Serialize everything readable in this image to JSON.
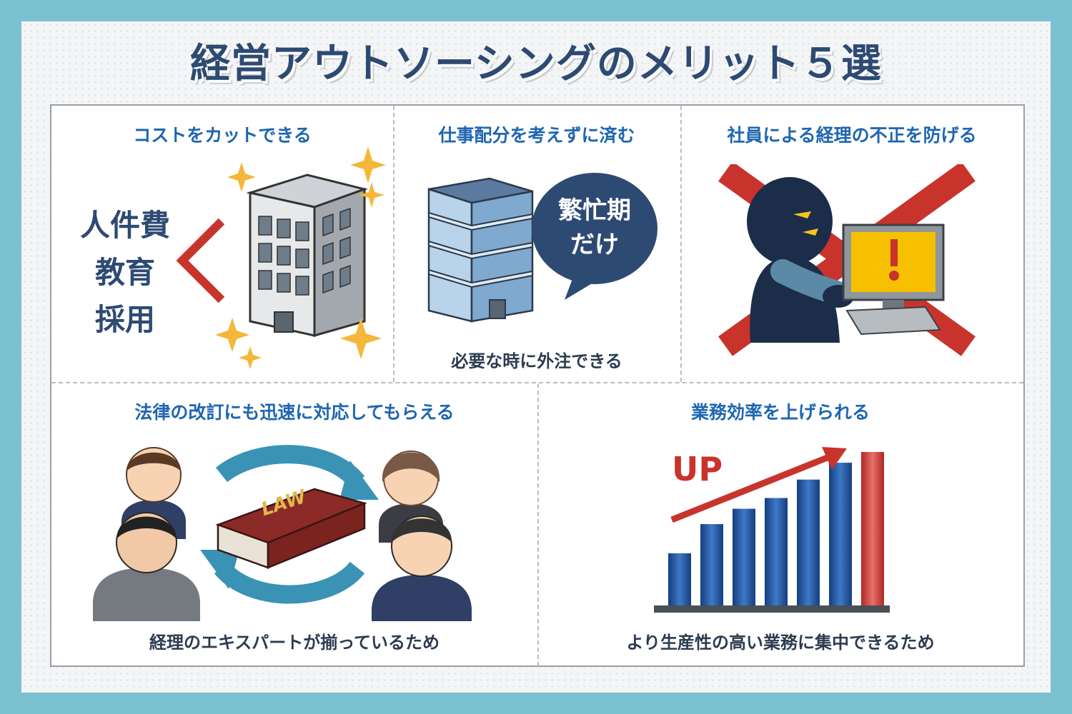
{
  "title": "経営アウトソーシングのメリット５選",
  "panels": {
    "cost": {
      "heading": "コストをカットできる",
      "items": [
        "人件費",
        "教育",
        "採用"
      ]
    },
    "allocation": {
      "heading": "仕事配分を考えずに済む",
      "bubble": [
        "繁忙期",
        "だけ"
      ],
      "caption": "必要な時に外注できる"
    },
    "fraud": {
      "heading": "社員による経理の不正を防げる"
    },
    "law": {
      "heading": "法律の改訂にも迅速に対応してもらえる",
      "book_label": "LAW",
      "caption": "経理のエキスパートが揃っているため"
    },
    "efficiency": {
      "heading": "業務効率を上げられる",
      "up_label": "UP",
      "caption": "より生産性の高い業務に集中できるため",
      "bar_levels": [
        0.34,
        0.53,
        0.63,
        0.7,
        0.82,
        0.93,
        1.0
      ]
    }
  },
  "colors": {
    "navy": "#2d4a72",
    "heading_blue": "#1e66b0",
    "red": "#c8342c",
    "bar_blue": "#1f57a3",
    "bar_red": "#c8342c",
    "frame": "#7cc1d1"
  }
}
